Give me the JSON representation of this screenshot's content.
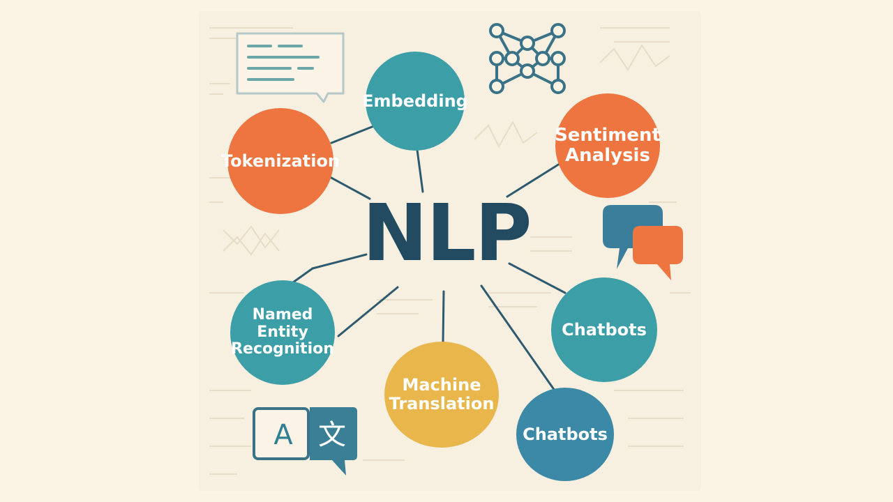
{
  "diagram": {
    "center": "NLP",
    "nodes": [
      {
        "id": "tokenization",
        "label": "Tokenization",
        "color": "#ee7440"
      },
      {
        "id": "embedding",
        "label": "Embedding",
        "color": "#3c9ea6"
      },
      {
        "id": "sentiment",
        "label": "Sentiment\nAnalysis",
        "color": "#ee7440"
      },
      {
        "id": "ner",
        "label": "Named\nEntity\nRecognition",
        "color": "#3c9ea6"
      },
      {
        "id": "translation",
        "label": "Machine\nTranslation",
        "color": "#e9b64c"
      },
      {
        "id": "chatbots-1",
        "label": "Chatbots",
        "color": "#3c9ea6"
      },
      {
        "id": "chatbots-2",
        "label": "Chatbots",
        "color": "#3b89a6"
      }
    ]
  },
  "icons": {
    "document": "speech-bubble-document-icon",
    "network": "neural-network-icon",
    "chat": "chat-bubbles-icon",
    "translate": "translate-icon",
    "translate_left_glyph": "A",
    "translate_right_glyph": "文"
  },
  "colors": {
    "background": "#fbf3e4",
    "title": "#224a60",
    "line": "#2e5a70",
    "icon": "#3a7388"
  }
}
